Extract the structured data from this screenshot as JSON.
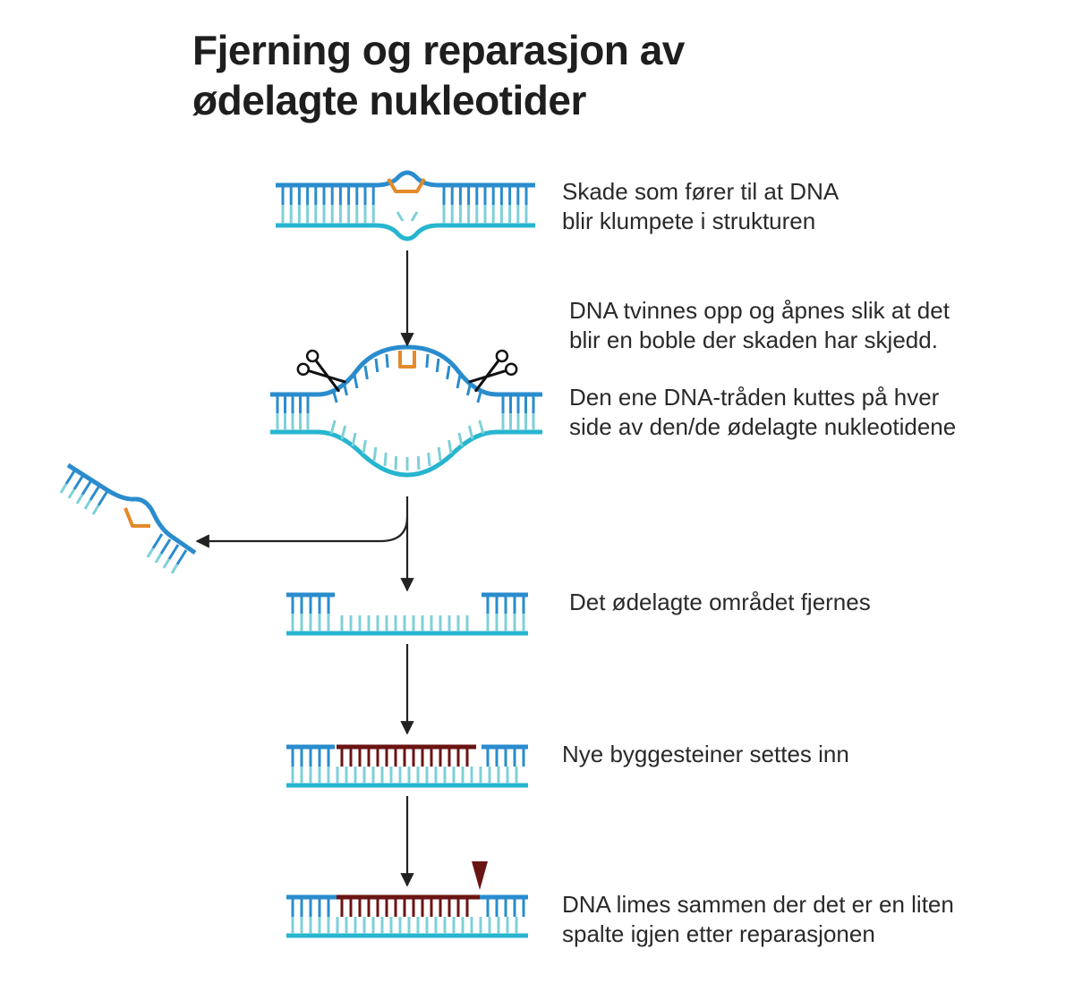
{
  "title": {
    "line1": "Fjerning og reparasjon av",
    "line2": "ødelagte nukleotider"
  },
  "steps": [
    {
      "line1": "Skade som fører til at DNA",
      "line2": "blir klumpete i strukturen"
    },
    {
      "line1": "DNA tvinnes opp og åpnes slik at det",
      "line2": "blir en boble der skaden har skjedd."
    },
    {
      "line1": "Den ene DNA-tråden kuttes på hver",
      "line2": "side av den/de ødelagte nukleotidene"
    },
    {
      "line1": "Det ødelagte området fjernes"
    },
    {
      "line1": "Nye byggesteiner settes inn"
    },
    {
      "line1": "DNA limes sammen der det er en liten",
      "line2": "spalte  igjen etter reparasjonen"
    }
  ],
  "colors": {
    "strand_top": "#2a8ccd",
    "strand_bottom": "#27b5cf",
    "rung_top": "#2a8ccd",
    "rung_bottom": "#7fd0d8",
    "damage": "#e48a2a",
    "new_strand": "#6b1414",
    "arrow": "#222222",
    "scissors": "#111111"
  },
  "icons": [
    "scissors-icon",
    "ligation-marker-icon",
    "arrow-icon"
  ]
}
